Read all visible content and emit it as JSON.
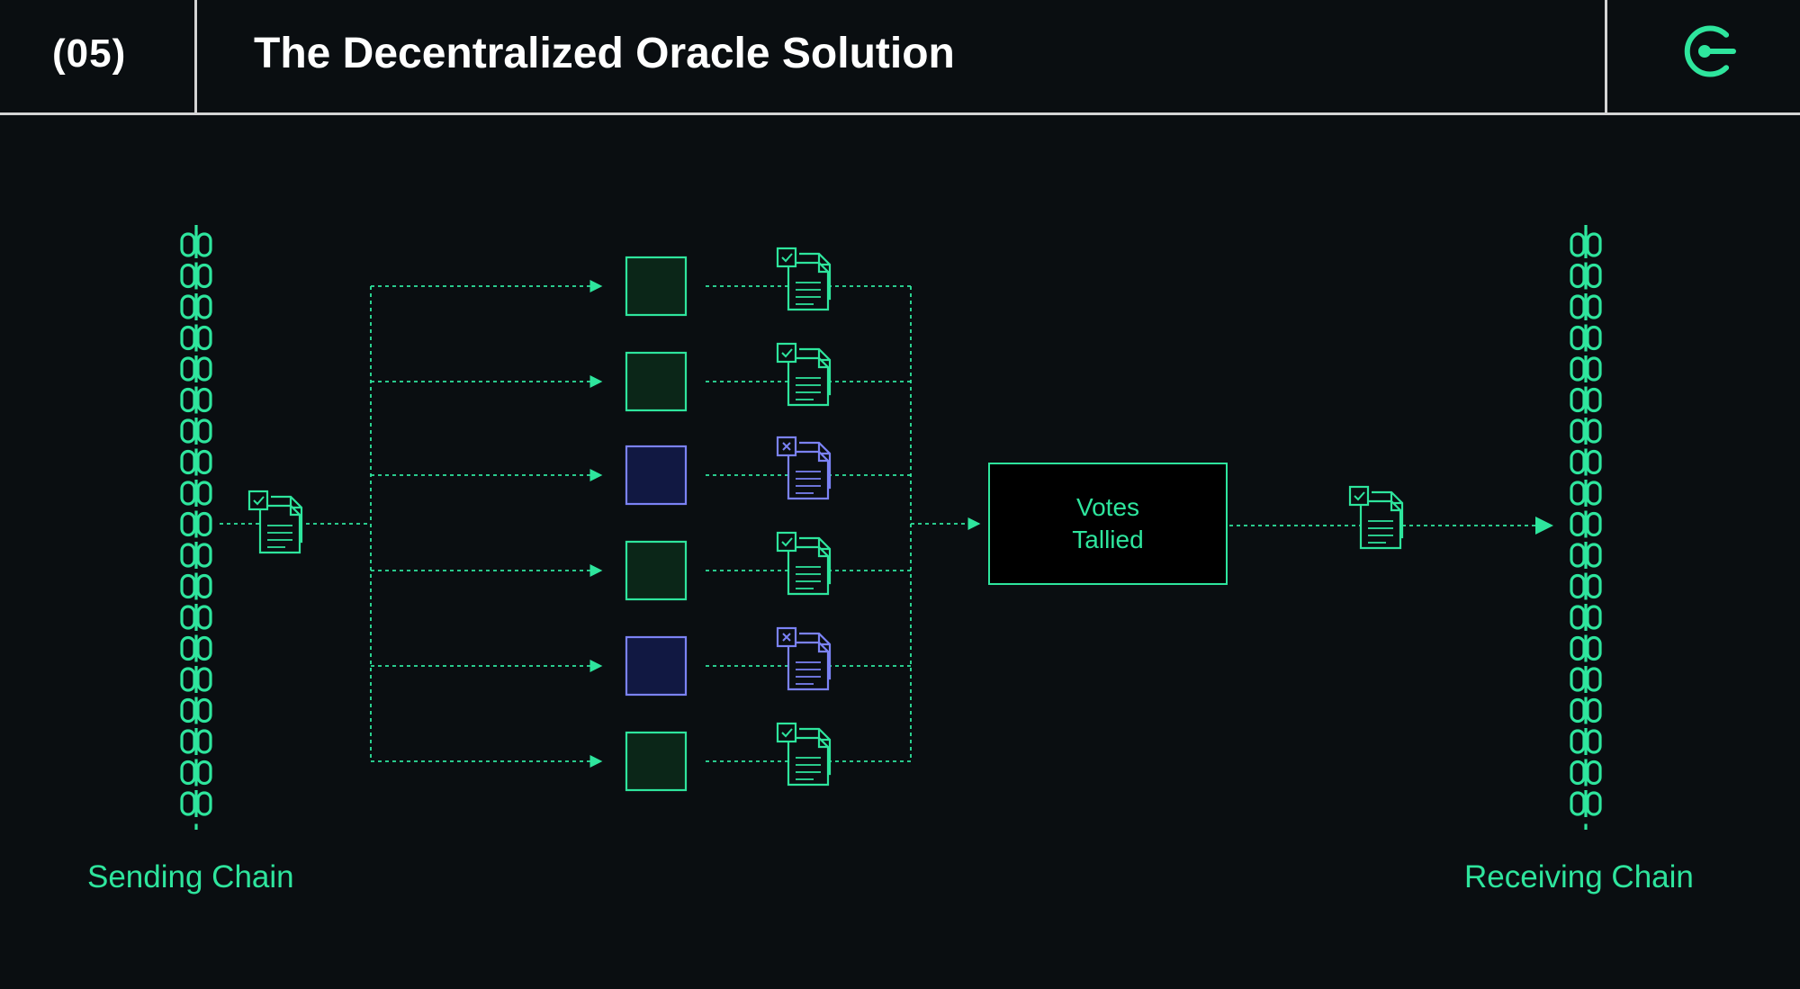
{
  "header": {
    "slide_number": "(05)",
    "title": "The Decentralized Oracle Solution",
    "logo_icon": "power-g-logo-icon"
  },
  "diagram": {
    "sending_chain_label": "Sending Chain",
    "receiving_chain_label": "Receiving Chain",
    "tally": {
      "line1": "Votes",
      "line2": "Tallied"
    },
    "oracle_nodes": [
      {
        "status": "approved"
      },
      {
        "status": "approved"
      },
      {
        "status": "rejected"
      },
      {
        "status": "approved"
      },
      {
        "status": "rejected"
      },
      {
        "status": "approved"
      }
    ],
    "input_document_status": "approved",
    "output_document_status": "approved"
  },
  "colors": {
    "background": "#0a0e11",
    "accent_green": "#2ee59d",
    "node_green_fill": "#0b2618",
    "node_blue_fill": "#111842",
    "reject_purple": "#7b82f5",
    "header_line": "#d4d4d4",
    "text_white": "#ffffff"
  }
}
